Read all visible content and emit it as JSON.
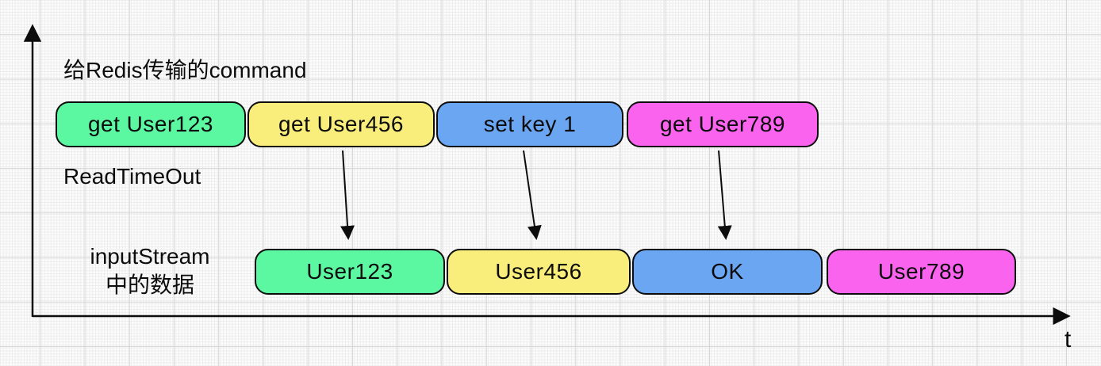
{
  "diagram": {
    "axis": {
      "x_label": "t"
    },
    "labels": {
      "commands_title": "给Redis传输的command",
      "read_timeout": "ReadTimeOut",
      "input_stream": [
        "inputStream",
        "中的数据"
      ]
    },
    "colors": {
      "green": "#5bf8a1",
      "yellow": "#f9ee7b",
      "blue": "#6ba6f2",
      "magenta": "#f963ee",
      "border": "#0c0c0c"
    },
    "command_row": [
      {
        "label": "get User123",
        "color": "green"
      },
      {
        "label": "get User456",
        "color": "yellow"
      },
      {
        "label": "set key 1",
        "color": "blue"
      },
      {
        "label": "get User789",
        "color": "magenta"
      }
    ],
    "input_stream_row": [
      {
        "label": "User123",
        "color": "green"
      },
      {
        "label": "User456",
        "color": "yellow"
      },
      {
        "label": "OK",
        "color": "blue"
      },
      {
        "label": "User789",
        "color": "magenta"
      }
    ],
    "arrows": [
      {
        "from": "get User456",
        "to": "User123"
      },
      {
        "from": "set key 1",
        "to": "User456"
      },
      {
        "from": "get User789",
        "to": "OK"
      }
    ]
  }
}
